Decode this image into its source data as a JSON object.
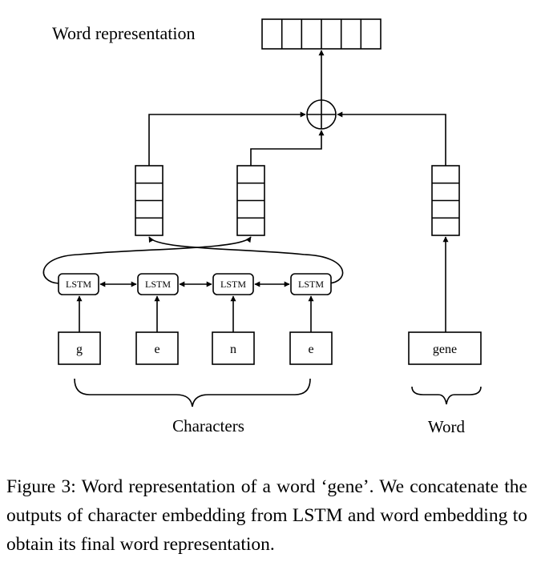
{
  "diagram": {
    "output_label": "Word representation",
    "characters": [
      {
        "char": "g",
        "lstm": "LSTM"
      },
      {
        "char": "e",
        "lstm": "LSTM"
      },
      {
        "char": "n",
        "lstm": "LSTM"
      },
      {
        "char": "e",
        "lstm": "LSTM"
      }
    ],
    "word": "gene",
    "characters_label": "Characters",
    "word_label": "Word",
    "combine_symbol": "concatenation"
  },
  "caption": "Figure 3: Word representation of a word ‘gene’. We concatenate the outputs of character embedding from LSTM and word embedding to obtain its final word representation."
}
